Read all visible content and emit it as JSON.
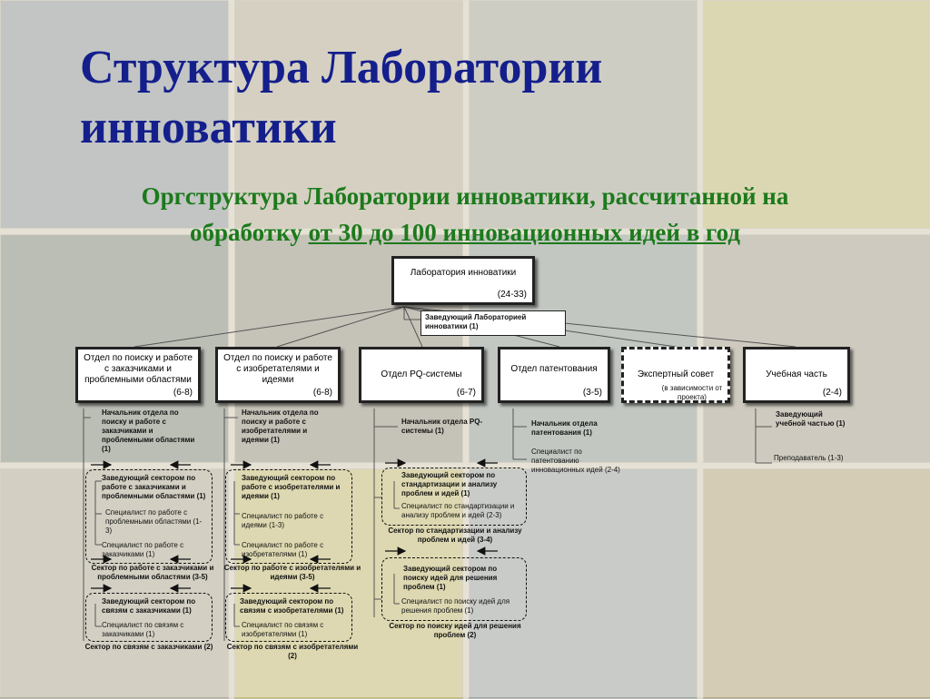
{
  "header": {
    "title_line1": "Структура Лаборатории",
    "title_line2": "инноватики",
    "subtitle_line1": "Оргструктура Лаборатории инноватики, рассчитанной на",
    "subtitle_prefix": "обработку",
    "subtitle_underlined": "от 30 до 100 инновационных идей в год"
  },
  "top": {
    "name": "Лаборатория инноватики",
    "count": "(24-33)",
    "head": "Заведующий Лабораторией инноватики",
    "head_count": "(1)"
  },
  "departments": [
    {
      "name": "Отдел по поиску и работе с заказчиками и проблемными областями",
      "count": "(6-8)"
    },
    {
      "name": "Отдел по поиску и работе с изобретателями и идеями",
      "count": "(6-8)"
    },
    {
      "name": "Отдел PQ-системы",
      "count": "(6-7)"
    },
    {
      "name": "Отдел патентования",
      "count": "(3-5)"
    },
    {
      "name": "Экспертный совет",
      "note": "(в зависимости от проекта)"
    },
    {
      "name": "Учебная часть",
      "count": "(2-4)"
    }
  ],
  "col1": {
    "head": "Начальник отдела по поиску и работе с заказчиками и проблемными областями (1)",
    "s1_head": "Заведующий сектором по работе с заказчиками и проблемными областями (1)",
    "s1_spec1": "Специалист по работе с проблемными областями (1-3)",
    "s1_spec2": "Специалист по работе с заказчиками (1)",
    "s1_label": "Сектор по работе с заказчиками и проблемными областями (3-5)",
    "s2_head": "Заведующий сектором по связям с заказчиками (1)",
    "s2_spec": "Специалист по связям с заказчиками (1)",
    "s2_label": "Сектор по связям с заказчиками (2)"
  },
  "col2": {
    "head": "Начальник отдела по поиску и работе с изобретателями и идеями (1)",
    "s1_head": "Заведующий сектором по работе с изобретателями и идеями (1)",
    "s1_spec1": "Специалист по работе с идеями (1-3)",
    "s1_spec2": "Специалист по работе с изобретателями (1)",
    "s1_label": "Сектор по работе с изобретателями и идеями (3-5)",
    "s2_head": "Заведующий сектором по связям с изобретателями (1)",
    "s2_spec": "Специалист по связям с изобретателями (1)",
    "s2_label": "Сектор по связям с изобретателями (2)"
  },
  "col3": {
    "head": "Начальник отдела PQ-системы (1)",
    "s1_head": "Заведующий сектором по стандартизации и анализу проблем и идей (1)",
    "s1_spec": "Специалист по стандартизации и анализу проблем и идей (2-3)",
    "s1_label": "Сектор по стандартизации и анализу проблем и идей (3-4)",
    "s2_head": "Заведующий сектором по поиску идей для решения проблем (1)",
    "s2_spec": "Специалист по поиску идей для решения проблем (1)",
    "s2_label": "Сектор по поиску идей для решения проблем (2)"
  },
  "col4": {
    "head": "Начальник отдела патентования (1)",
    "spec": "Специалист по патентованию инновационных идей (2-4)"
  },
  "col6": {
    "head": "Заведующий учебной частью (1)",
    "spec": "Преподаватель (1-3)"
  },
  "colors": {
    "title": "#141f8c",
    "subtitle": "#1c7a1c",
    "box_border": "#222222"
  }
}
